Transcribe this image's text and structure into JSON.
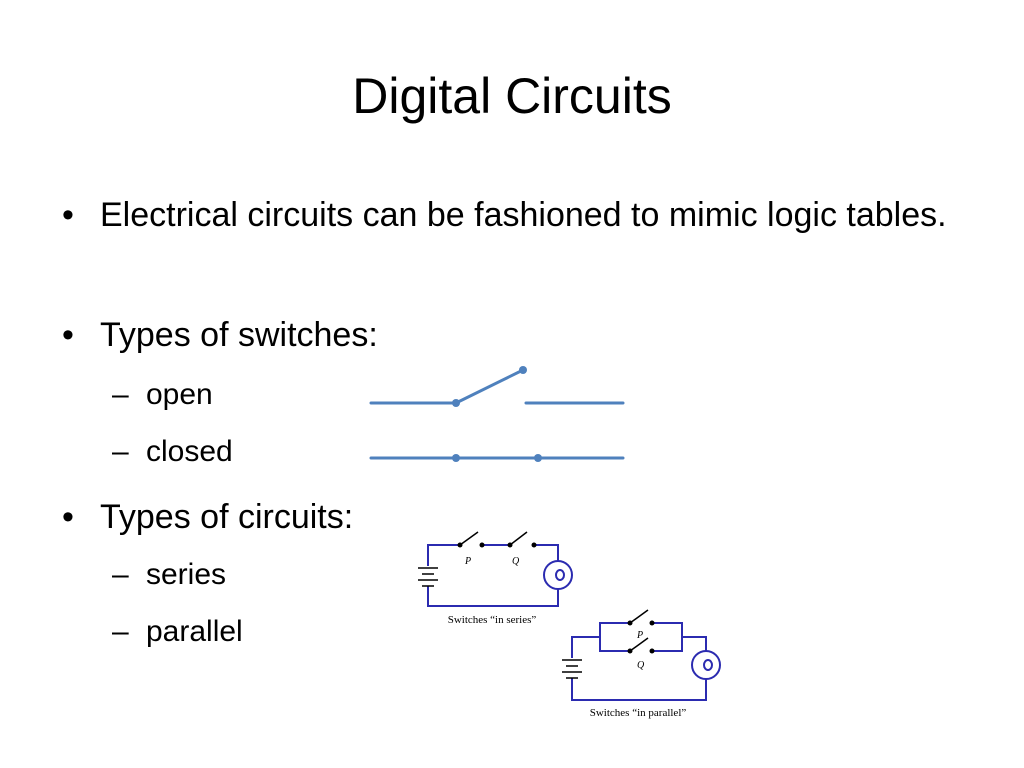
{
  "slide": {
    "title": "Digital Circuits",
    "bullets": [
      {
        "text": "Electrical circuits can be fashioned to mimic logic tables."
      },
      {
        "text": "Types of switches:",
        "subitems": [
          "open",
          "closed"
        ]
      },
      {
        "text": "Types of circuits:",
        "subitems": [
          "series",
          "parallel"
        ]
      }
    ]
  },
  "symbols": {
    "bullet": "•",
    "dash": "–"
  },
  "colors": {
    "switch_line": "#4f81bd",
    "circuit_wire": "#2b2bb0",
    "text": "#000000"
  },
  "diagrams": {
    "series": {
      "label_p": "P",
      "label_q": "Q",
      "caption": "Switches “in series”"
    },
    "parallel": {
      "label_p": "P",
      "label_q": "Q",
      "caption": "Switches “in parallel”"
    }
  }
}
